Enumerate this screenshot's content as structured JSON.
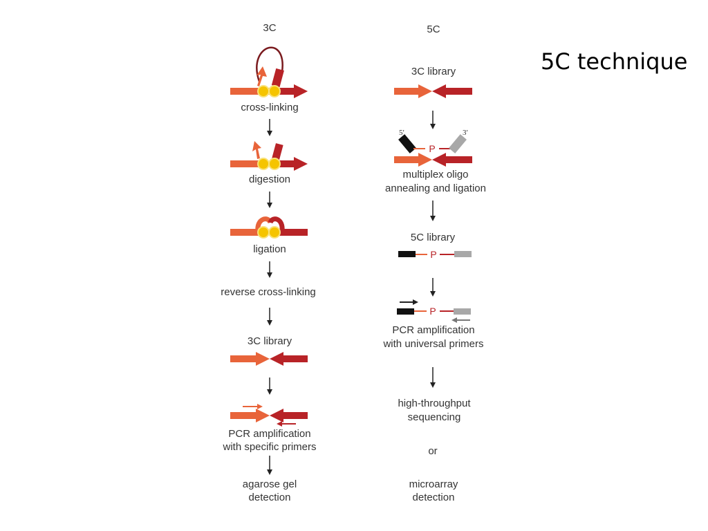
{
  "slide": {
    "title": "5C technique"
  },
  "left_column": {
    "heading": "3C",
    "steps": {
      "crosslinking": "cross-linking",
      "digestion": "digestion",
      "ligation": "ligation",
      "reverse": "reverse cross-linking",
      "library": "3C library",
      "pcr_line1": "PCR amplification",
      "pcr_line2": "with specific primers",
      "detect_line1": "agarose gel",
      "detect_line2": "detection"
    }
  },
  "right_column": {
    "heading": "5C",
    "steps": {
      "library_3c": "3C library",
      "end5": "5′",
      "end3": "3′",
      "phosphate": "P",
      "multiplex_line1": "multiplex oligo",
      "multiplex_line2": "annealing and ligation",
      "library_5c": "5C library",
      "pcr_line1": "PCR amplification",
      "pcr_line2": "with universal primers",
      "seq_line1": "high-throughput",
      "seq_line2": "sequencing",
      "or": "or",
      "micro_line1": "microarray",
      "micro_line2": "detection"
    }
  },
  "colors": {
    "orange": "#e8643a",
    "dark_red": "#b82327",
    "loop": "#7a1a1e",
    "bead": "#f5c400",
    "black": "#111111",
    "gray": "#a8a8a8",
    "arrow": "#222222"
  }
}
